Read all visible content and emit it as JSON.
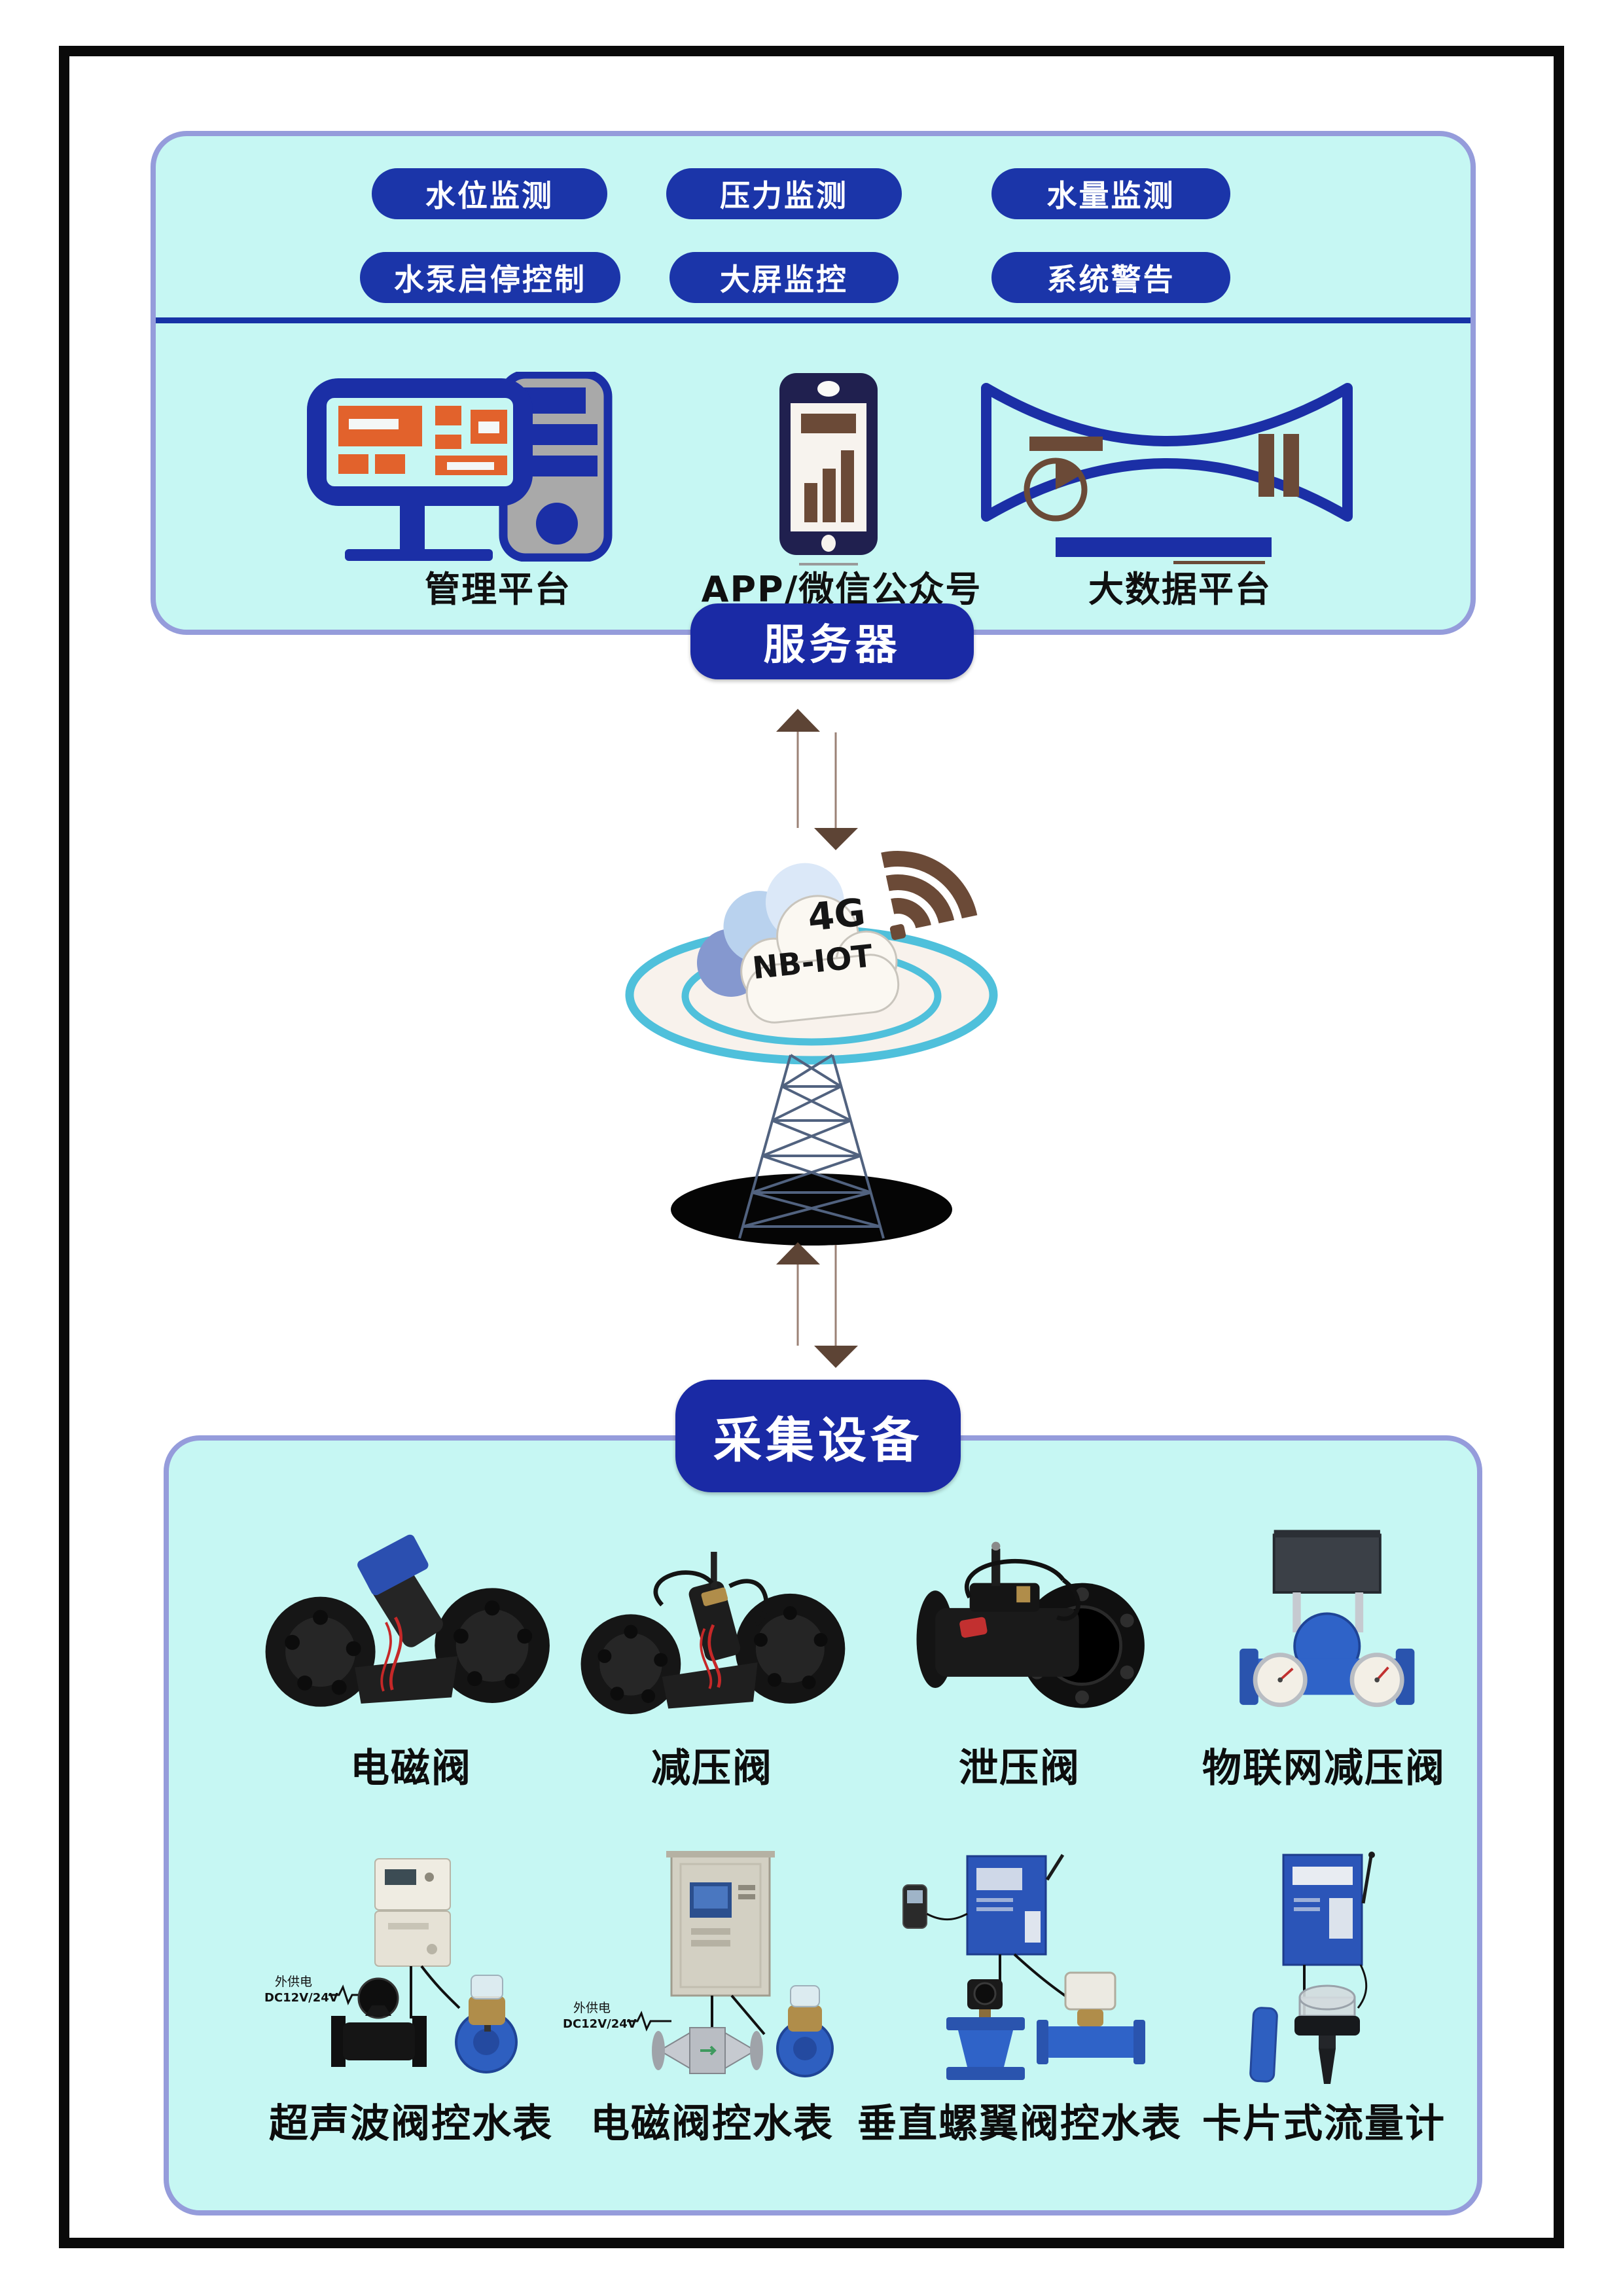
{
  "top_panel": {
    "features": [
      "水位监测",
      "压力监测",
      "水量监测",
      "水泵启停控制",
      "大屏监控",
      "系统警告"
    ],
    "platforms": [
      {
        "caption": "管理平台",
        "icon": "server-monitor-icon"
      },
      {
        "caption": "APP/微信公众号",
        "icon": "smartphone-icon"
      },
      {
        "caption": "大数据平台",
        "icon": "curved-screen-icon"
      }
    ]
  },
  "server_badge": "服务器",
  "network": {
    "cloud_top": "4G",
    "cloud_bottom": "NB-IOT"
  },
  "collector_badge": "采集设备",
  "devices_panel": {
    "row1": [
      {
        "caption": "电磁阀",
        "icon": "solenoid-valve-image"
      },
      {
        "caption": "减压阀",
        "icon": "reducing-valve-image"
      },
      {
        "caption": "泄压阀",
        "icon": "relief-valve-image"
      },
      {
        "caption": "物联网减压阀",
        "icon": "iot-reducing-valve-image"
      }
    ],
    "row2": [
      {
        "caption": "超声波阀控水表",
        "icon": "ultrasonic-meter-image",
        "annotation": {
          "line1": "外供电",
          "line2": "DC12V/24V"
        }
      },
      {
        "caption": "电磁阀控水表",
        "icon": "electromagnetic-meter-image",
        "annotation": {
          "line1": "外供电",
          "line2": "DC12V/24V"
        }
      },
      {
        "caption": "垂直螺翼阀控水表",
        "icon": "vertical-vane-meter-image"
      },
      {
        "caption": "卡片式流量计",
        "icon": "card-flowmeter-image"
      }
    ]
  },
  "colors": {
    "panel_fill": "#c6f7f3",
    "panel_border": "#959cdb",
    "pill_navy": "#1b35a9",
    "badge_navy": "#1a2aa5",
    "divider_navy": "#1733a6",
    "arrow_head_brown": "#5d4435",
    "arrow_line_taupe": "#9b8276",
    "ring_teal": "#4fc0db",
    "ring_cream": "#f8f2ec",
    "wifi_brown": "#6b4a37",
    "accent_orange": "#e2622c",
    "valve_blue": "#2f63c8",
    "frame_black": "#0a0a0a"
  }
}
